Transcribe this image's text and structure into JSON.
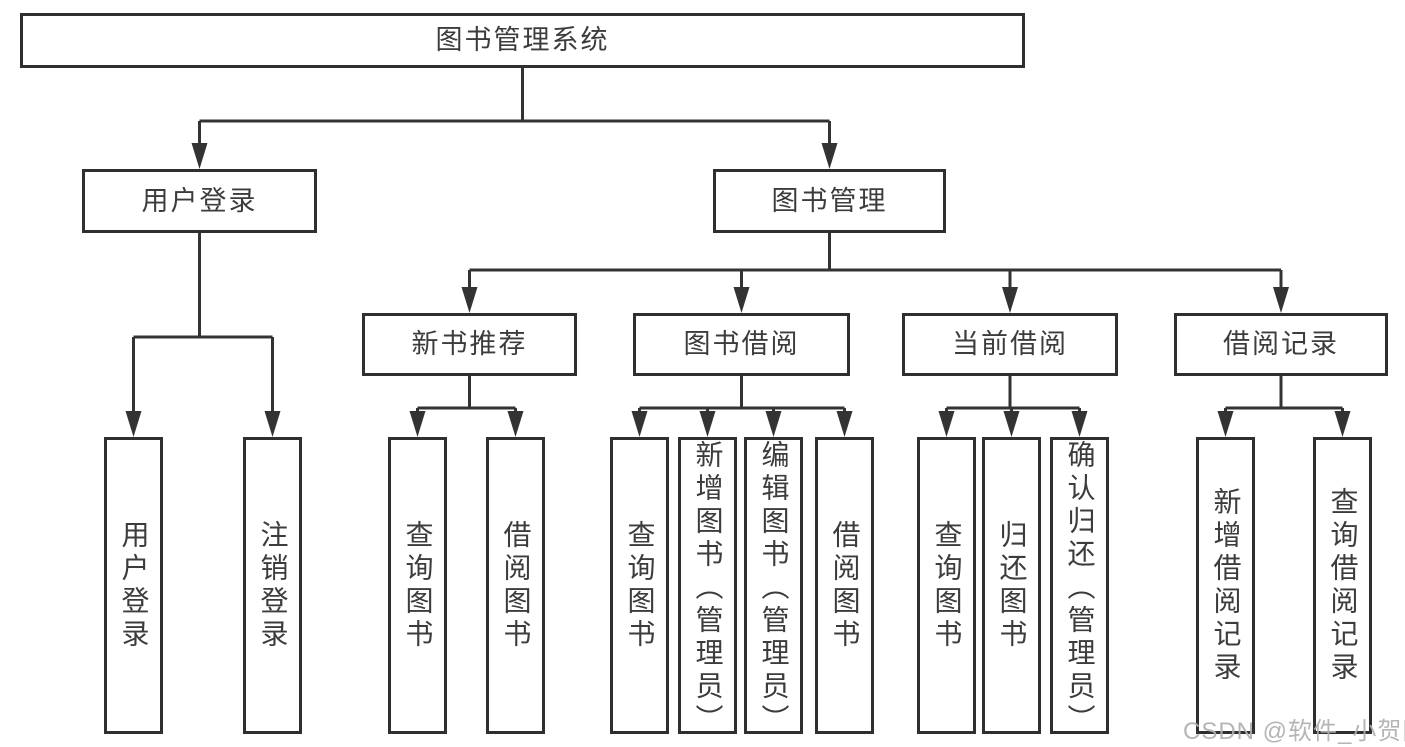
{
  "diagram": {
    "title": "图书管理系统",
    "type": "function-structure-tree"
  },
  "tree": {
    "root": {
      "label": "图书管理系统",
      "children": [
        {
          "label": "用户登录",
          "children": [
            {
              "label": "用户登录"
            },
            {
              "label": "注销登录"
            }
          ]
        },
        {
          "label": "图书管理",
          "children": [
            {
              "label": "新书推荐",
              "children": [
                {
                  "label": "查询图书"
                },
                {
                  "label": "借阅图书"
                }
              ]
            },
            {
              "label": "图书借阅",
              "children": [
                {
                  "label": "查询图书"
                },
                {
                  "label": "新增图书（管理员）"
                },
                {
                  "label": "编辑图书（管理员）"
                },
                {
                  "label": "借阅图书"
                }
              ]
            },
            {
              "label": "当前借阅",
              "children": [
                {
                  "label": "查询图书"
                },
                {
                  "label": "归还图书"
                },
                {
                  "label": "确认归还（管理员）"
                }
              ]
            },
            {
              "label": "借阅记录",
              "children": [
                {
                  "label": "新增借阅记录"
                },
                {
                  "label": "查询借阅记录"
                }
              ]
            }
          ]
        }
      ]
    }
  },
  "colors": {
    "border": "#2f2f2f",
    "line": "#333333",
    "text": "#3c3c3c",
    "watermark": "#afafaf",
    "background": "#ffffff"
  },
  "watermark": {
    "text": "CSDN @软件_小贺同学"
  }
}
